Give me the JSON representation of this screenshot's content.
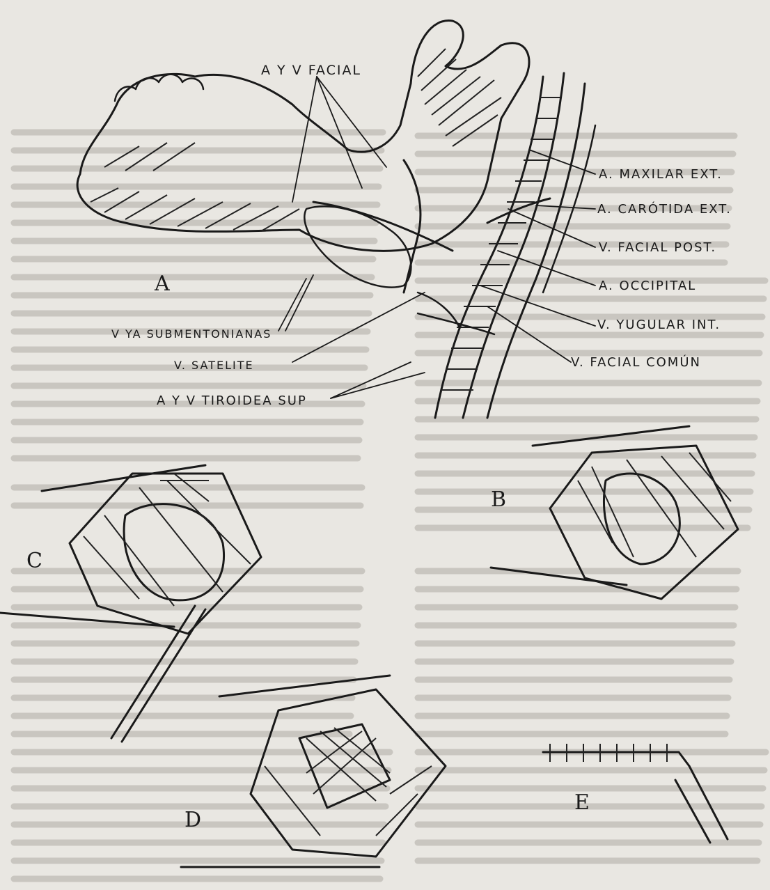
{
  "labels": {
    "a_y_v_facial": "A Y V FACIAL",
    "maxilar_ext": "A. MAXILAR EXT.",
    "carotida_ext": "A. CARÓTIDA EXT.",
    "facial_post": "V. FACIAL POST.",
    "occipital": "A. OCCIPITAL",
    "yugular_int": "V. YUGULAR INT.",
    "facial_comun": "V. FACIAL COMÚN",
    "submentonianas": "V YA SUBMENTONIANAS",
    "satelite": "V. SATELITE",
    "tiroidea_sup": "A Y V TIROIDEA SUP"
  },
  "panels": {
    "a": "A",
    "b": "B",
    "c": "C",
    "d": "D",
    "e": "E"
  }
}
